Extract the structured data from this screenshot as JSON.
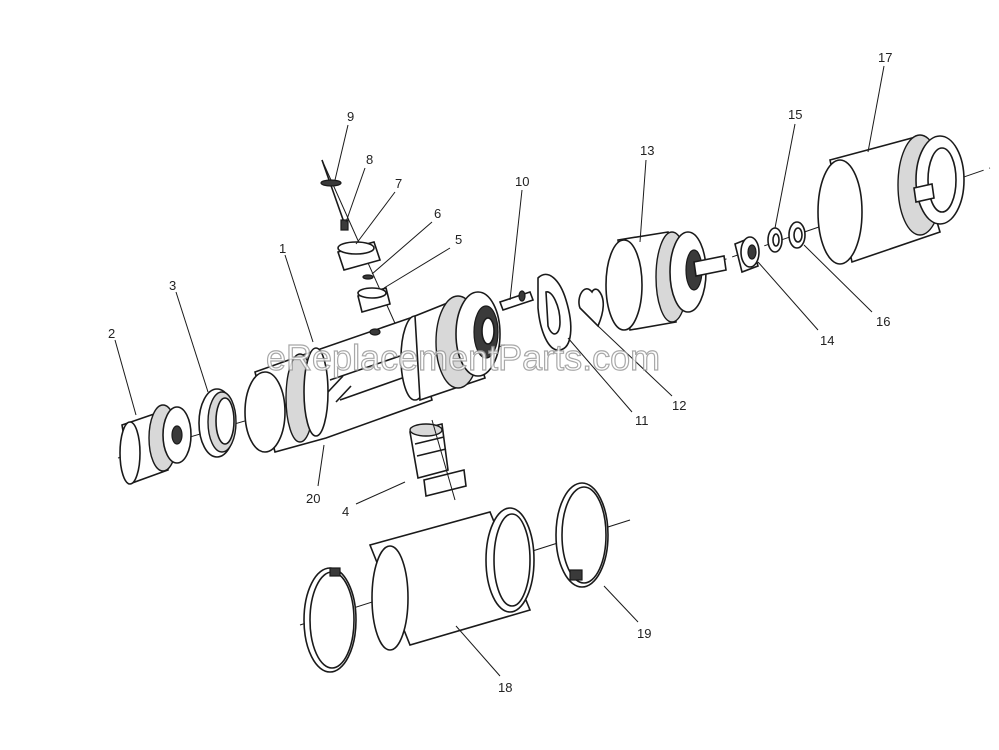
{
  "diagram": {
    "watermark": "eReplacementParts.com",
    "callouts": [
      {
        "id": "p1",
        "label": "1"
      },
      {
        "id": "p2",
        "label": "2"
      },
      {
        "id": "p3",
        "label": "3"
      },
      {
        "id": "p4",
        "label": "4"
      },
      {
        "id": "p5",
        "label": "5"
      },
      {
        "id": "p6",
        "label": "6"
      },
      {
        "id": "p7",
        "label": "7"
      },
      {
        "id": "p8",
        "label": "8"
      },
      {
        "id": "p9",
        "label": "9"
      },
      {
        "id": "p10",
        "label": "10"
      },
      {
        "id": "p11",
        "label": "11"
      },
      {
        "id": "p12",
        "label": "12"
      },
      {
        "id": "p13",
        "label": "13"
      },
      {
        "id": "p14",
        "label": "14"
      },
      {
        "id": "p15",
        "label": "15"
      },
      {
        "id": "p16",
        "label": "16"
      },
      {
        "id": "p17",
        "label": "17"
      },
      {
        "id": "p18",
        "label": "18"
      },
      {
        "id": "p19",
        "label": "19"
      },
      {
        "id": "p20",
        "label": "20"
      }
    ]
  }
}
